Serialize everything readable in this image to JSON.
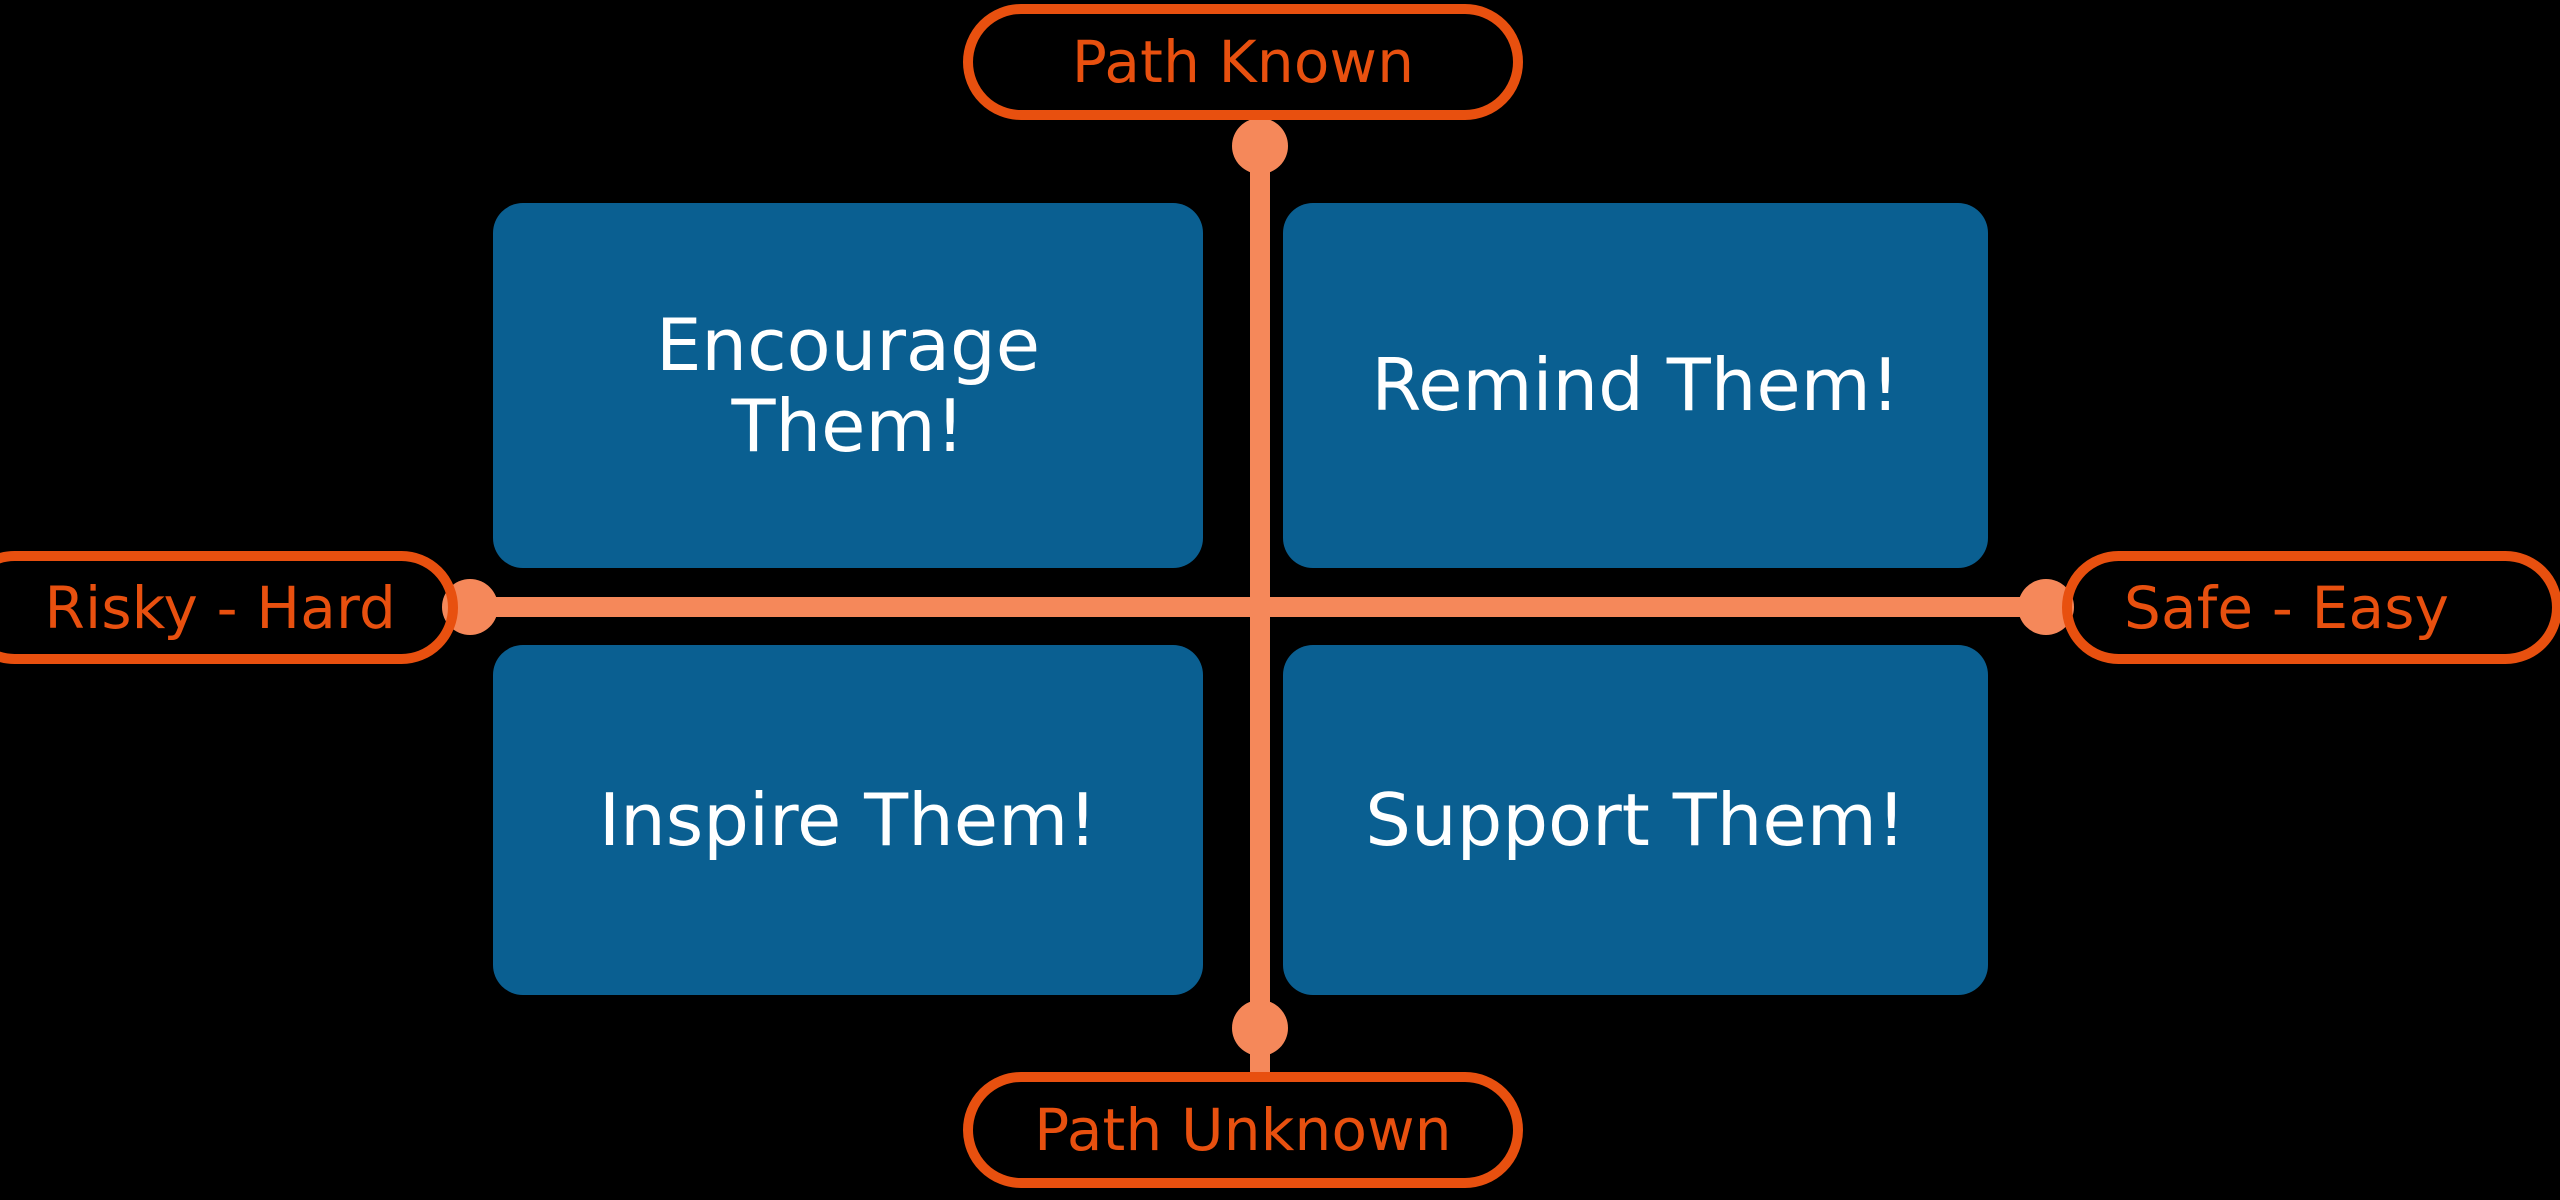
{
  "diagram": {
    "type": "2x2-quadrant-matrix",
    "title": "",
    "background_color": "#000000",
    "colors": {
      "quadrant_fill": "#0A5F91",
      "quadrant_text": "#FFFFFF",
      "pill_border": "#E8500F",
      "pill_text": "#E8500F",
      "axis_line": "#F5885A",
      "axis_dot": "#F5885A"
    }
  },
  "axes": {
    "vertical": {
      "top_label": "Path Known",
      "bottom_label": "Path Unknown"
    },
    "horizontal": {
      "left_label": "Risky - Hard",
      "right_label": "Safe - Easy"
    }
  },
  "quadrants": [
    {
      "id": "top-left",
      "label": "Encourage Them!",
      "line1": "Encourage",
      "line2": "Them!",
      "vertical_axis": "Path Known",
      "horizontal_axis": "Risky - Hard"
    },
    {
      "id": "top-right",
      "label": "Remind Them!",
      "line1": "Remind Them!",
      "line2": "",
      "vertical_axis": "Path Known",
      "horizontal_axis": "Safe - Easy"
    },
    {
      "id": "bottom-left",
      "label": "Inspire Them!",
      "line1": "Inspire Them!",
      "line2": "",
      "vertical_axis": "Path Unknown",
      "horizontal_axis": "Risky - Hard"
    },
    {
      "id": "bottom-right",
      "label": "Support Them!",
      "line1": "Support Them!",
      "line2": "",
      "vertical_axis": "Path Unknown",
      "horizontal_axis": "Safe - Easy"
    }
  ]
}
